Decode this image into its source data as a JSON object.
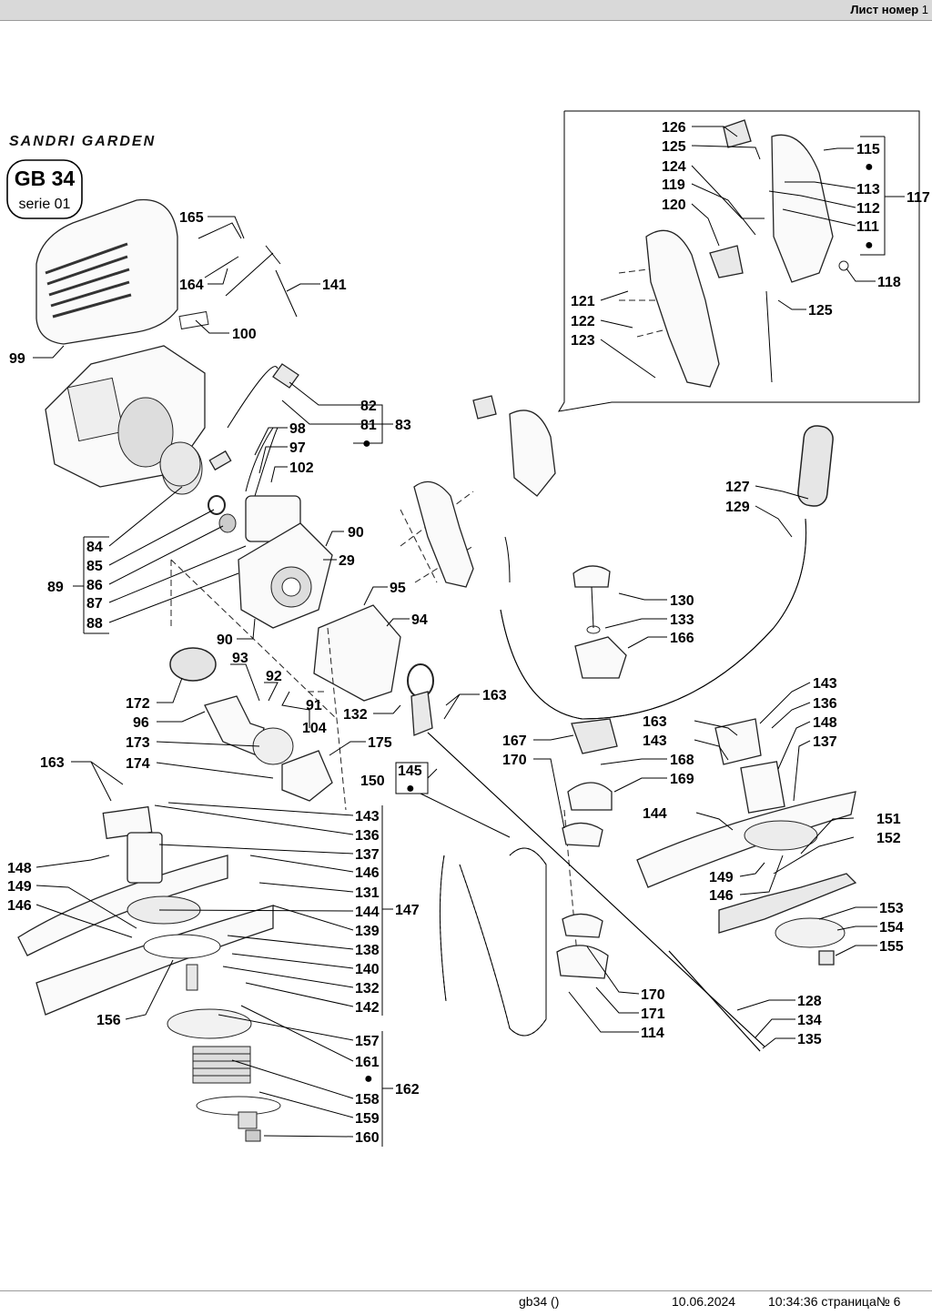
{
  "header": {
    "sheet_label": "Лист номер",
    "sheet_number": "1"
  },
  "brand": {
    "logo_text": "SANDRI GARDEN",
    "model": "GB 34",
    "series": "serie 01"
  },
  "labels": {
    "l99": "99",
    "l100": "100",
    "l141": "141",
    "l164": "164",
    "l165": "165",
    "l82": "82",
    "l81": "81",
    "l83": "83",
    "l98": "98",
    "l97": "97",
    "l102": "102",
    "l84": "84",
    "l85": "85",
    "l86": "86",
    "l87": "87",
    "l88": "88",
    "l89": "89",
    "l90a": "90",
    "l29": "29",
    "l90b": "90",
    "l95": "95",
    "l94": "94",
    "l93": "93",
    "l92": "92",
    "l91": "91",
    "l104": "104",
    "l172": "172",
    "l96": "96",
    "l173": "173",
    "l174": "174",
    "l175": "175",
    "l132a": "132",
    "l163a": "163",
    "l145": "145",
    "l150": "150",
    "l163b": "163",
    "l143a": "143",
    "l136a": "136",
    "l137a": "137",
    "l146a": "146",
    "l131": "131",
    "l144a": "144",
    "l147": "147",
    "l139": "139",
    "l138": "138",
    "l140": "140",
    "l132b": "132",
    "l142": "142",
    "l148a": "148",
    "l149a": "149",
    "l146b": "146",
    "l156": "156",
    "l157": "157",
    "l161": "161",
    "l158": "158",
    "l159": "159",
    "l160": "160",
    "l162": "162",
    "l126": "126",
    "l125a": "125",
    "l124": "124",
    "l119": "119",
    "l120": "120",
    "l115": "115",
    "l113": "113",
    "l112": "112",
    "l111": "111",
    "l117": "117",
    "l118": "118",
    "l121": "121",
    "l122": "122",
    "l123": "123",
    "l125b": "125",
    "l127": "127",
    "l129": "129",
    "l130": "130",
    "l133": "133",
    "l166": "166",
    "l167": "167",
    "l170a": "170",
    "l168": "168",
    "l169": "169",
    "l163c": "163",
    "l143b": "143",
    "l136b": "136",
    "l148b": "148",
    "l143c": "143",
    "l137b": "137",
    "l144b": "144",
    "l151": "151",
    "l152": "152",
    "l149b": "149",
    "l146c": "146",
    "l153": "153",
    "l154": "154",
    "l155": "155",
    "l170b": "170",
    "l171": "171",
    "l114": "114",
    "l128": "128",
    "l134": "134",
    "l135": "135"
  },
  "bullet": "●",
  "footer": {
    "doc": "gb34  ()",
    "date": "10.06.2024",
    "time_page": "10:34:36 страница№ 6"
  }
}
